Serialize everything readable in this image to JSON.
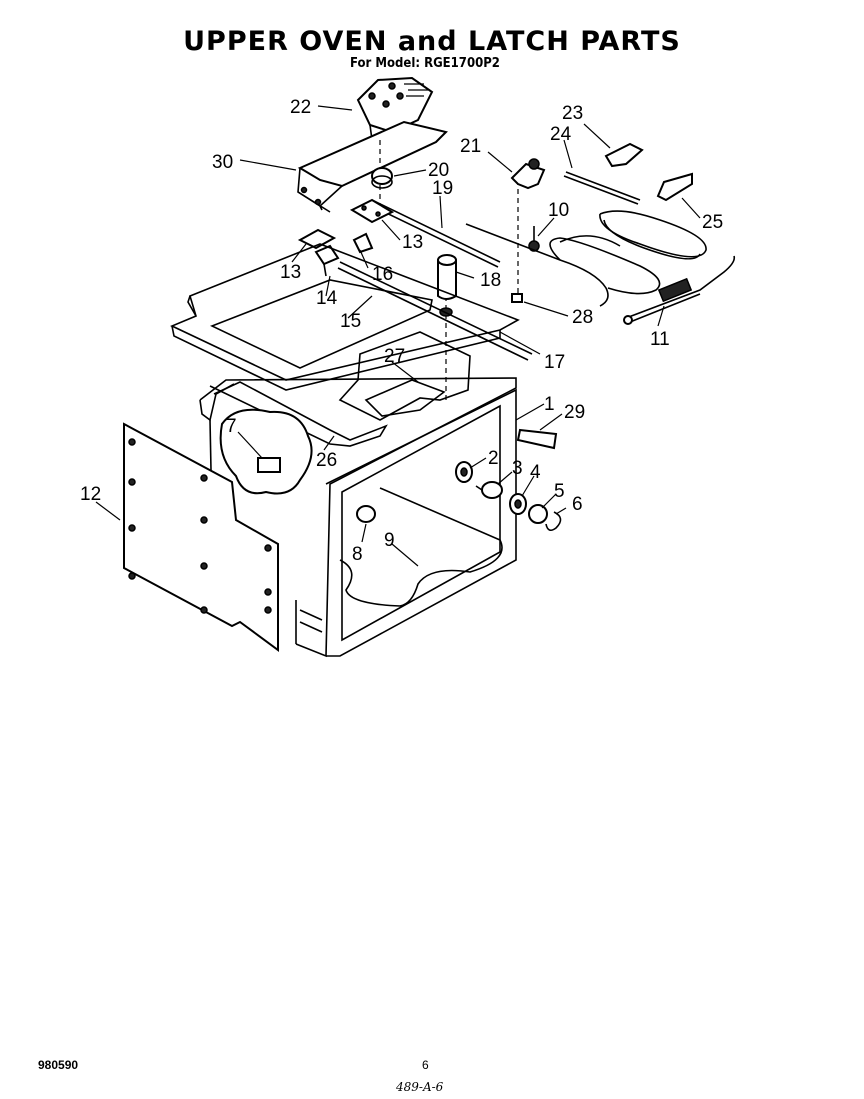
{
  "header": {
    "title": "UPPER OVEN and LATCH PARTS",
    "subtitle": "For Model: RGE1700P2"
  },
  "callouts": [
    "22",
    "30",
    "20",
    "21",
    "19",
    "23",
    "24",
    "25",
    "10",
    "13",
    "13",
    "16",
    "18",
    "14",
    "15",
    "28",
    "11",
    "17",
    "27",
    "1",
    "29",
    "7",
    "26",
    "2",
    "3",
    "4",
    "5",
    "6",
    "12",
    "8",
    "9"
  ],
  "footer": {
    "doc_number": "980590",
    "page_number": "6",
    "handwritten": "489-A-6"
  }
}
